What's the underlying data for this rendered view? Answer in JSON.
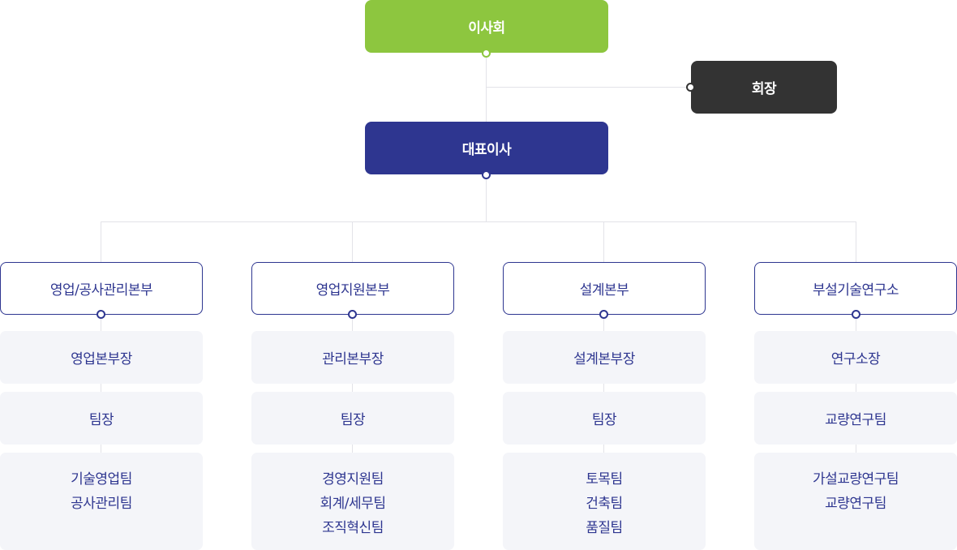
{
  "board": {
    "label": "이사회"
  },
  "chairman": {
    "label": "회장"
  },
  "ceo": {
    "label": "대표이사"
  },
  "divisions": [
    {
      "label": "영업/공사관리본부",
      "head": "영업본부장",
      "leader": "팀장",
      "teams": [
        "기술영업팀",
        "공사관리팀"
      ]
    },
    {
      "label": "영업지원본부",
      "head": "관리본부장",
      "leader": "팀장",
      "teams": [
        "경영지원팀",
        "회계/세무팀",
        "조직혁신팀"
      ]
    },
    {
      "label": "설계본부",
      "head": "설계본부장",
      "leader": "팀장",
      "teams": [
        "토목팀",
        "건축팀",
        "품질팀"
      ]
    },
    {
      "label": "부설기술연구소",
      "head": "연구소장",
      "leader": "교량연구팀",
      "teams": [
        "가설교량연구팀",
        "교량연구팀"
      ]
    }
  ],
  "colors": {
    "board": "#8dc63f",
    "chairman": "#333333",
    "ceo": "#2e3690",
    "division_border": "#2e3690",
    "sub_background": "#f4f5f9",
    "connector": "#e3e3e8"
  }
}
